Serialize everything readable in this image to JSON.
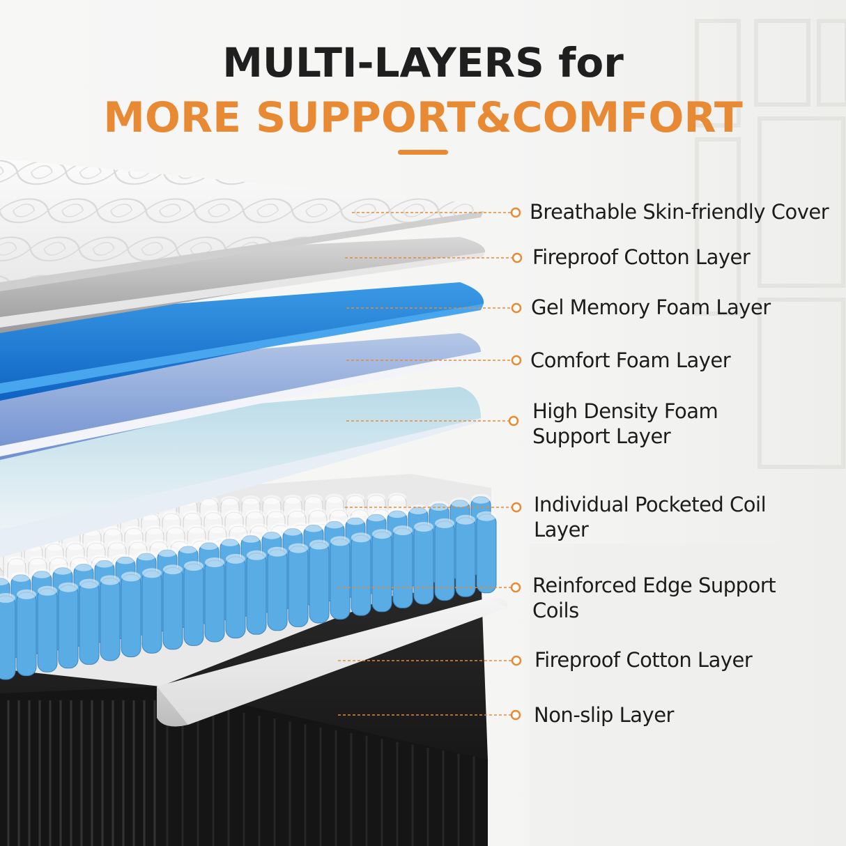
{
  "header": {
    "title_line_1": "MULTI-LAYERS for",
    "title_line_2": "MORE SUPPORT&COMFORT"
  },
  "colors": {
    "accent": "#e88a33",
    "heading": "#1f1f1f",
    "label_text": "#1c1c1c",
    "coil_blue": "#5aace4",
    "gel_blue": "#1f7fd6",
    "base_black": "#1a1a1a"
  },
  "layers": [
    {
      "id": "cover",
      "label": "Breathable Skin-friendly Cover"
    },
    {
      "id": "fireproof-top",
      "label": "Fireproof Cotton Layer"
    },
    {
      "id": "gel-foam",
      "label": "Gel Memory Foam Layer"
    },
    {
      "id": "comfort-foam",
      "label": "Comfort Foam Layer"
    },
    {
      "id": "high-density-foam",
      "label": "High Density Foam\nSupport Layer"
    },
    {
      "id": "pocketed-coil",
      "label": "Individual Pocketed Coil\nLayer"
    },
    {
      "id": "edge-coils",
      "label": "Reinforced Edge Support\nCoils"
    },
    {
      "id": "fireproof-bottom",
      "label": "Fireproof Cotton Layer"
    },
    {
      "id": "non-slip",
      "label": "Non-slip Layer"
    }
  ]
}
